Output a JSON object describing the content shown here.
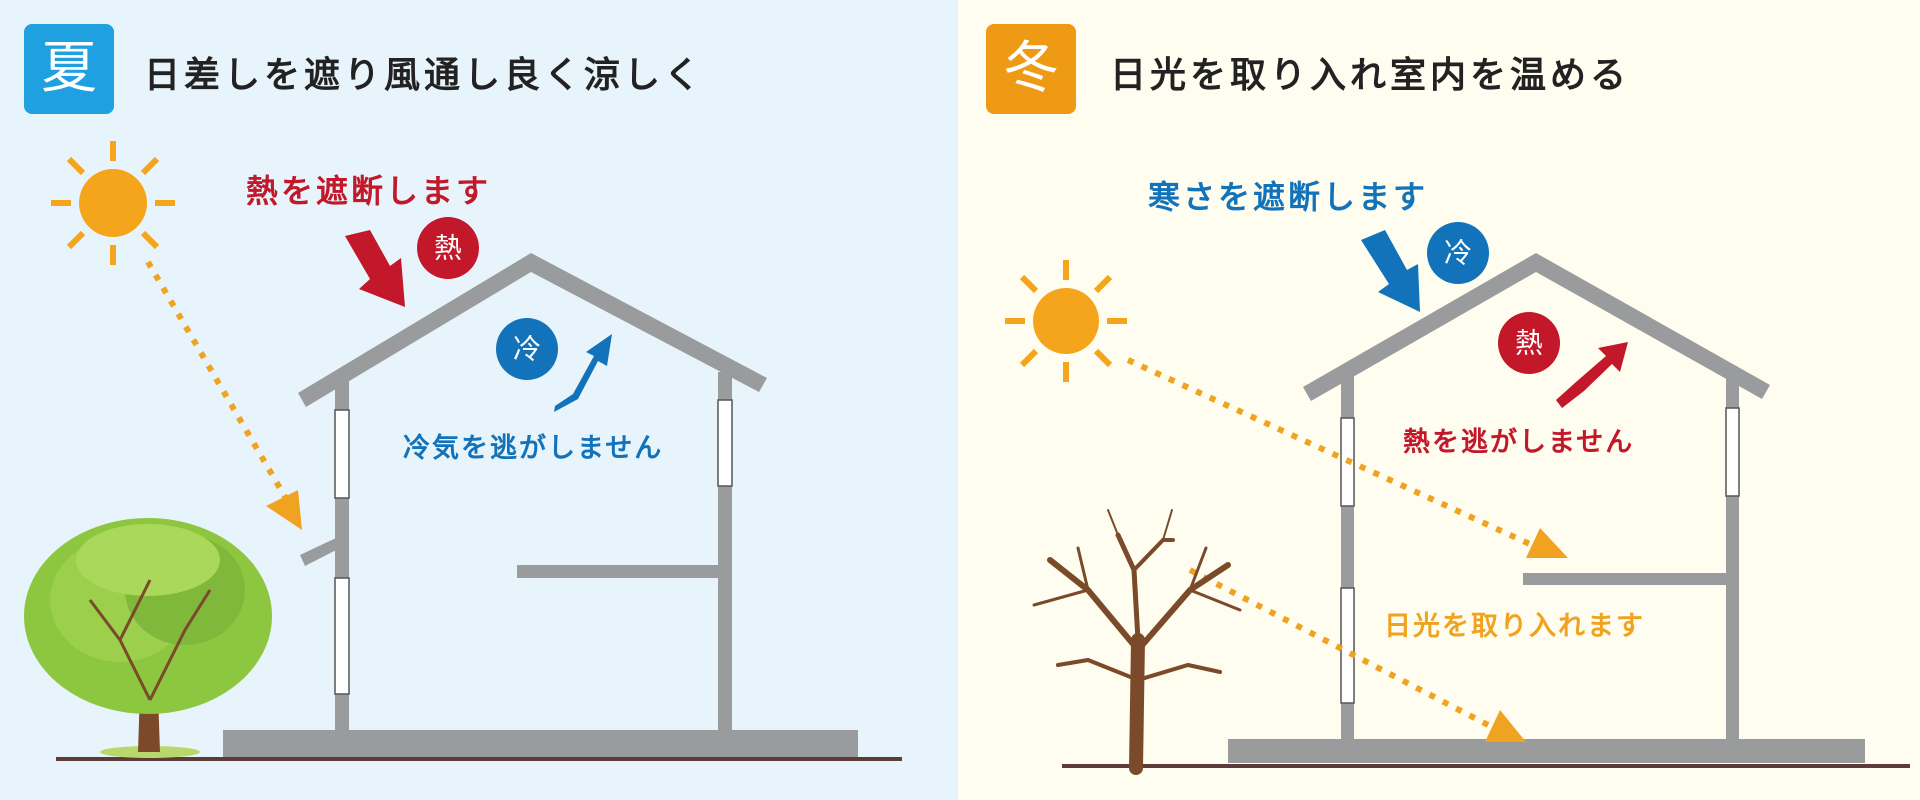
{
  "summer": {
    "badge": "夏",
    "title": "日差しを遮り風通し良く涼しく",
    "heat_block_label": "熱を遮断します",
    "heat_badge": "熱",
    "cool_badge": "冷",
    "cool_keep_label": "冷気を逃がしません",
    "colors": {
      "panel_bg": "#e8f4fb",
      "badge_bg": "#1fa0e0"
    }
  },
  "winter": {
    "badge": "冬",
    "title": "日光を取り入れ室内を温める",
    "cold_block_label": "寒さを遮断します",
    "cool_badge": "冷",
    "heat_badge": "熱",
    "heat_keep_label": "熱を逃がしません",
    "sunlight_label": "日光を取り入れます",
    "colors": {
      "panel_bg": "#fefdef",
      "badge_bg": "#ee9a14"
    }
  },
  "colors": {
    "red": "#c2182a",
    "blue": "#1273bb",
    "orange": "#f0a320",
    "house_gray": "#9a9b9d"
  }
}
